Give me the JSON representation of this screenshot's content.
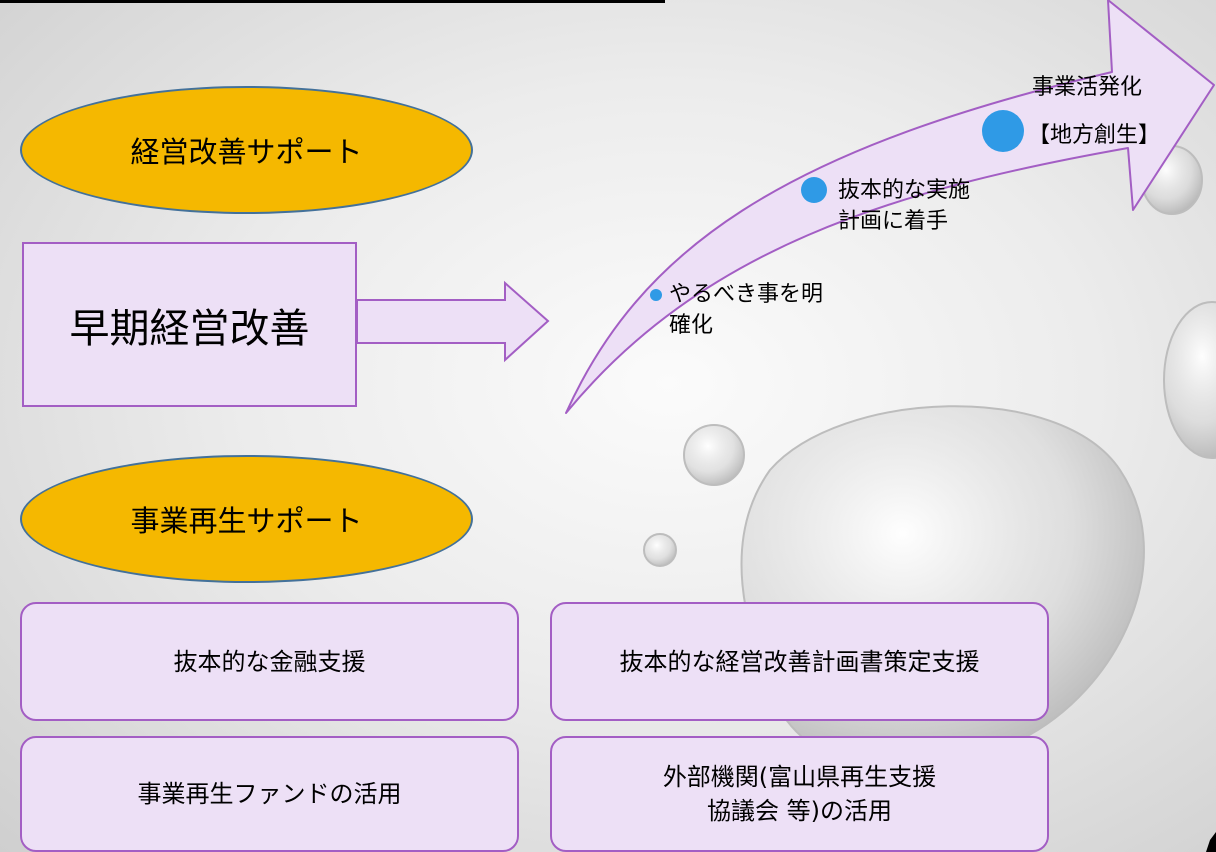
{
  "top_ovals": {
    "management_support": "経営改善サポート",
    "business_rehab_support": "事業再生サポート"
  },
  "early_improvement": "早期経営改善",
  "arrow_steps": [
    {
      "text": "やるべき事を明\n確化"
    },
    {
      "text": "抜本的な実施\n計画に着手"
    },
    {
      "text": "事業活発化"
    },
    {
      "text": "【地方創生】"
    }
  ],
  "support_boxes": {
    "financial": "抜本的な金融支援",
    "plan": "抜本的な経営改善計画書策定支援",
    "fund": "事業再生ファンドの活用",
    "external": "外部機関(富山県再生支援\n協議会 等)の活用"
  },
  "colors": {
    "oval_fill": "#f5b800",
    "oval_border": "#43719a",
    "box_fill": "#ede0f6",
    "box_border": "#a35ec4",
    "dot": "#2f9ae6"
  }
}
